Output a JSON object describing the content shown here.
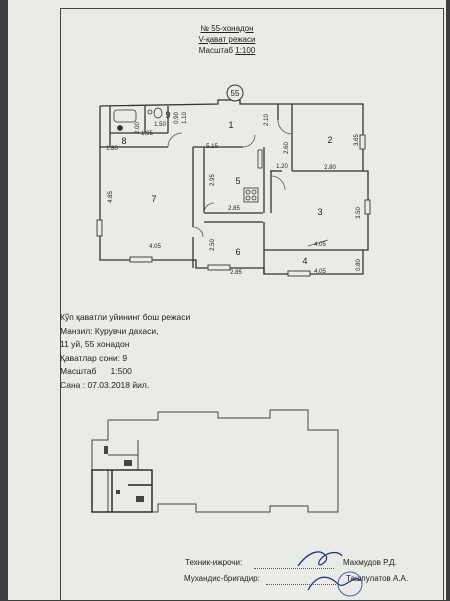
{
  "header": {
    "apartment_no": "№ 55-хонадон",
    "floor_plan": "V-қават режаси",
    "scale_label": "Масштаб",
    "scale_value": "1:100"
  },
  "plan": {
    "apartment_marker": "55",
    "rooms": [
      "1",
      "2",
      "3",
      "4",
      "5",
      "6",
      "7",
      "8",
      "9"
    ],
    "dimensions": [
      "1.50",
      "1.95",
      "2.00",
      "1.80",
      "2.10",
      "2.60",
      "3.65",
      "2.80",
      "5.15",
      "1.20",
      "2.95",
      "2.85",
      "4.85",
      "3.50",
      "4.05",
      "2.50",
      "2.85",
      "4.05",
      "4.05",
      "0.80",
      "0.90",
      "1.10"
    ]
  },
  "info": {
    "title": "Кўп қаватли уйининг бош режаси",
    "address": "Манзил: Курувчи дахаси,",
    "building": "11 уй, 55 хонадон",
    "floors": "Қаватлар сони: 9",
    "scale_label": "Масштаб",
    "scale_value": "1:500",
    "date": "Сана : 07.03.2018 йил."
  },
  "signatures": [
    {
      "role": "Техник-ижрочи:",
      "name": "Махмудов Р.Д."
    },
    {
      "role": "Мухандис-бригадир:",
      "name": "Ташпулатов А.А."
    }
  ]
}
